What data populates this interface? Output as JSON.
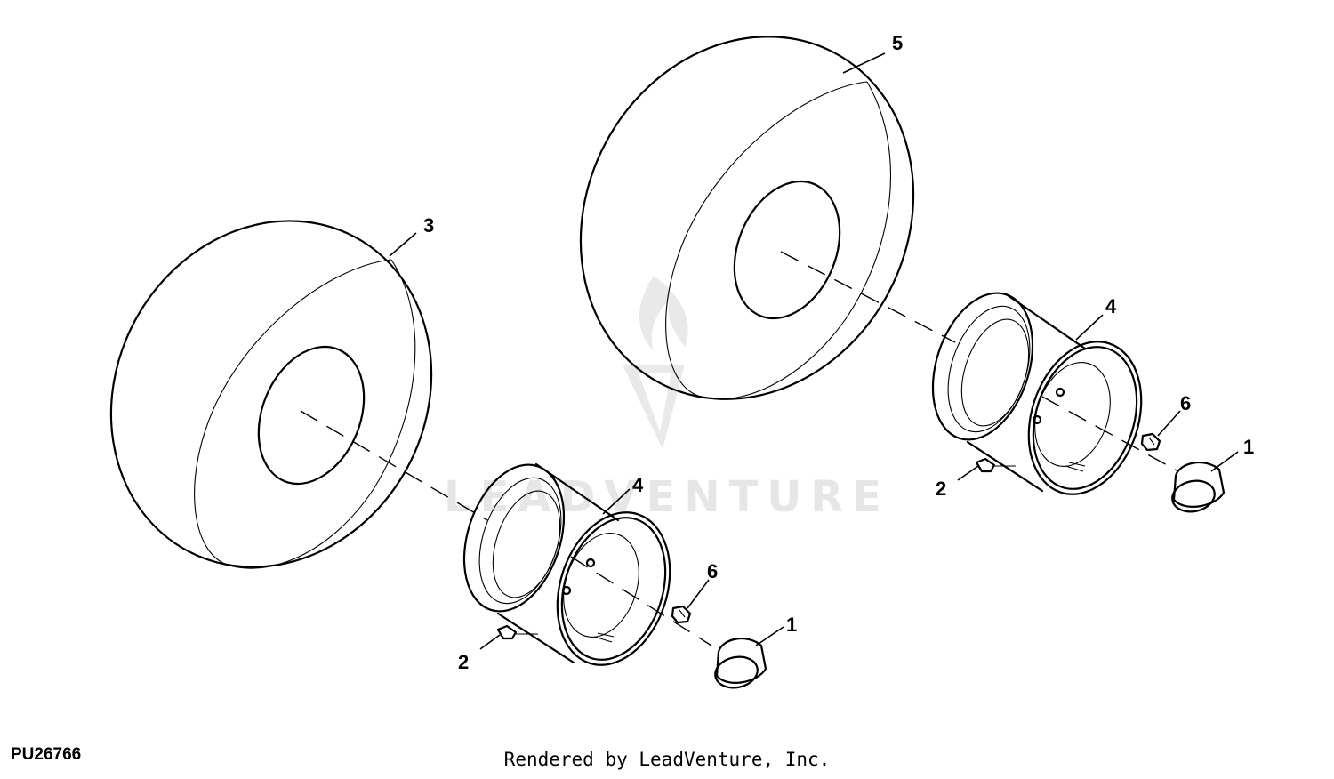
{
  "figure_id": "PU26766",
  "render_credit": "Rendered by LeadVenture, Inc.",
  "watermark": "LEADVENTURE",
  "callouts": {
    "tire_left": "3",
    "tire_right": "5",
    "rim_left": "4",
    "rim_right": "4",
    "bolt_left": "6",
    "bolt_right": "6",
    "valve_left": "2",
    "valve_right": "2",
    "cap_left": "1",
    "cap_right": "1"
  }
}
